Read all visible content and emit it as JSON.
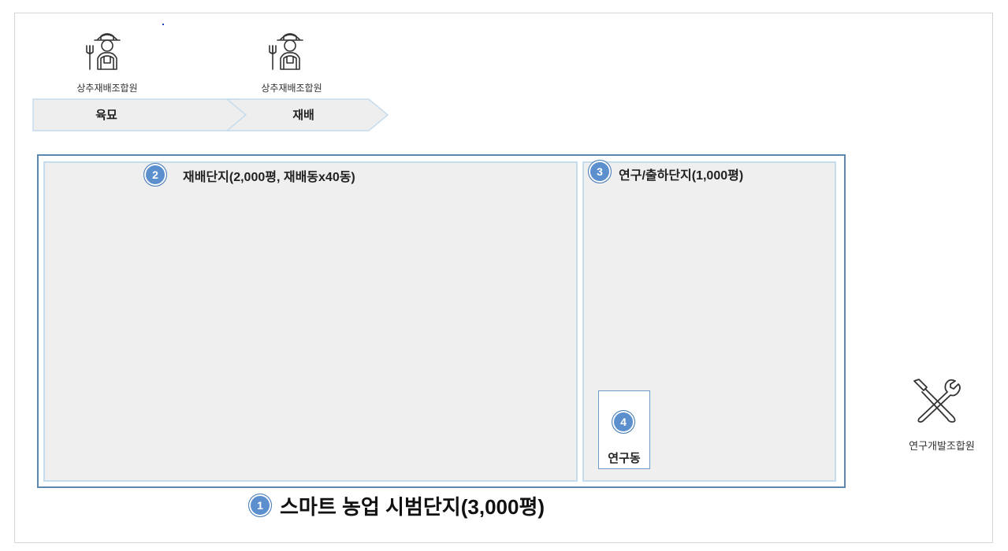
{
  "stages": [
    {
      "role": "상추재배조합원",
      "label": "육묘"
    },
    {
      "role": "상추재배조합원",
      "label": "재배"
    }
  ],
  "zones": {
    "cultivation": {
      "number": "2",
      "title": "재배단지(2,000평, 재배동x40동)"
    },
    "research": {
      "number": "3",
      "title": "연구/출하단지(1,000평)"
    },
    "lab": {
      "number": "4",
      "title": "연구동"
    }
  },
  "main": {
    "number": "1",
    "title": "스마트 농업 시범단지(3,000평)"
  },
  "rnd": {
    "icon": "tools-icon",
    "label": "연구개발조합원"
  },
  "colors": {
    "badge": "#5b8fcd",
    "zone_fill": "#efefef",
    "outer_border": "#5b86ad",
    "chevron_fill": "#eeeeee",
    "chevron_border": "#c5dced"
  }
}
